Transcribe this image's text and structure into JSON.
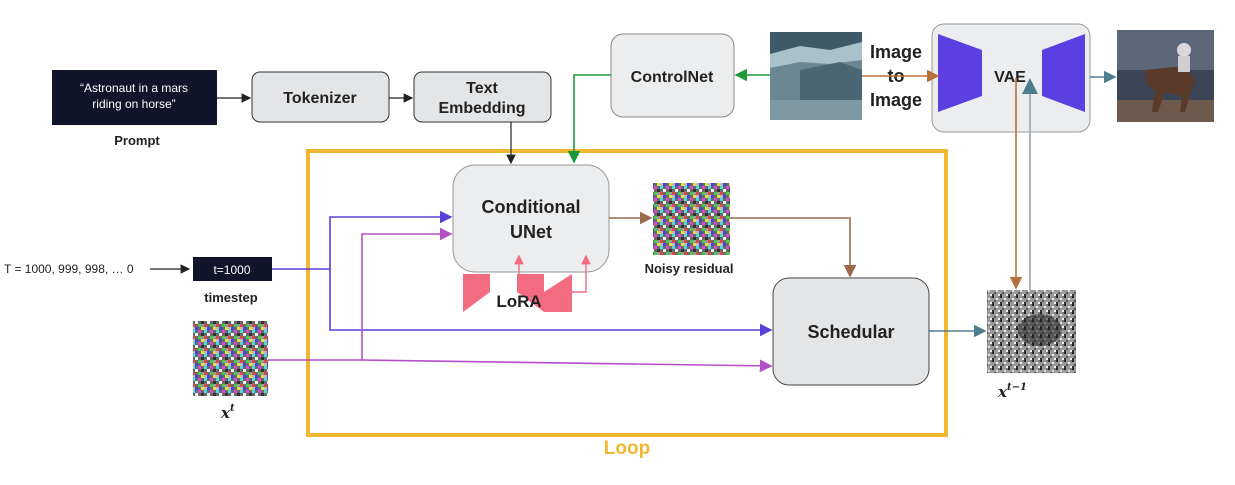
{
  "prompt": {
    "text_line1": "“Astronaut in a mars",
    "text_line2": "riding on horse”",
    "label": "Prompt"
  },
  "tokenizer": {
    "label": "Tokenizer"
  },
  "text_embedding": {
    "line1": "Text",
    "line2": "Embedding"
  },
  "controlnet": {
    "label": "ControlNet"
  },
  "image_to_image": {
    "line1": "Image",
    "line2": "to",
    "line3": "Image"
  },
  "vae": {
    "label": "VAE"
  },
  "unet": {
    "line1": "Conditional",
    "line2": "UNet"
  },
  "lora": {
    "label": "LoRA"
  },
  "noisy_residual": {
    "label": "Noisy residual"
  },
  "scheduler": {
    "label": "Schedular"
  },
  "timestep": {
    "range": "T = 1000, 999, 998,  … 0",
    "value": "t=1000",
    "label": "timestep"
  },
  "latent_in": {
    "label": "x",
    "sup": "t"
  },
  "latent_out": {
    "label": "x",
    "sup": "t−1"
  },
  "loop": {
    "label": "Loop"
  },
  "colors": {
    "loop_border": "#F2B731",
    "loop_label": "#F2B731",
    "box_fill": "#E3E5E7",
    "vae_encoder": "#5B3FE0",
    "lora": "#F26B80",
    "arrow_purple": "#5B3FD9",
    "arrow_magenta": "#B54FC8",
    "arrow_green": "#1F9A3A",
    "arrow_brown": "#9A6A4A",
    "arrow_teal": "#4E7E8E",
    "arrow_orange": "#B8703A",
    "prompt_bg": "#12142C"
  }
}
